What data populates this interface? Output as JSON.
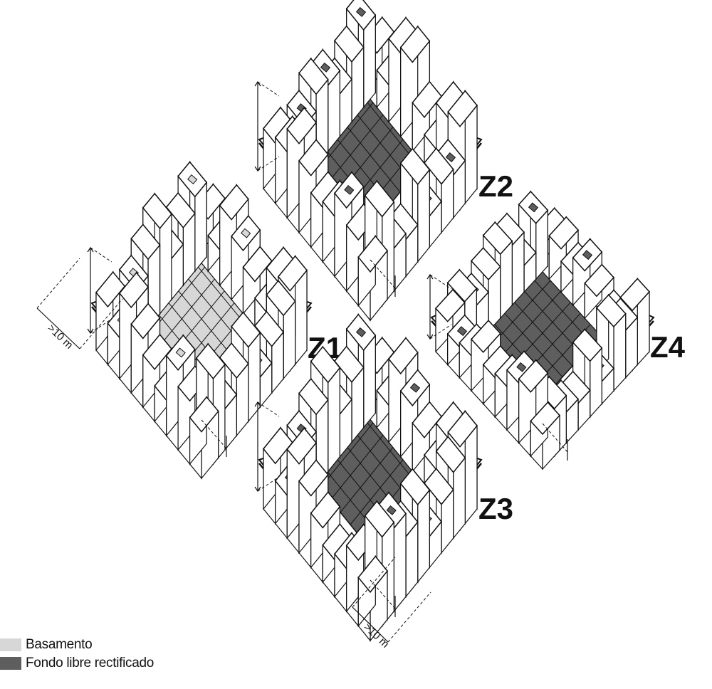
{
  "colors": {
    "basamento": "#d7d7d7",
    "fondo": "#5e5e5e",
    "building": "#ffffff",
    "stroke": "#111111"
  },
  "zones": [
    {
      "id": "Z1",
      "label": "Z1",
      "fill_key": "basamento",
      "dim_label": ">10 m"
    },
    {
      "id": "Z2",
      "label": "Z2",
      "fill_key": "fondo",
      "dim_label": ""
    },
    {
      "id": "Z3",
      "label": "Z3",
      "fill_key": "fondo",
      "dim_label": ">10 m"
    },
    {
      "id": "Z4",
      "label": "Z4",
      "fill_key": "fondo",
      "dim_label": ""
    }
  ],
  "legend": [
    {
      "label": "Basamento",
      "color_key": "basamento"
    },
    {
      "label": "Fondo libre rectificado",
      "color_key": "fondo"
    }
  ]
}
